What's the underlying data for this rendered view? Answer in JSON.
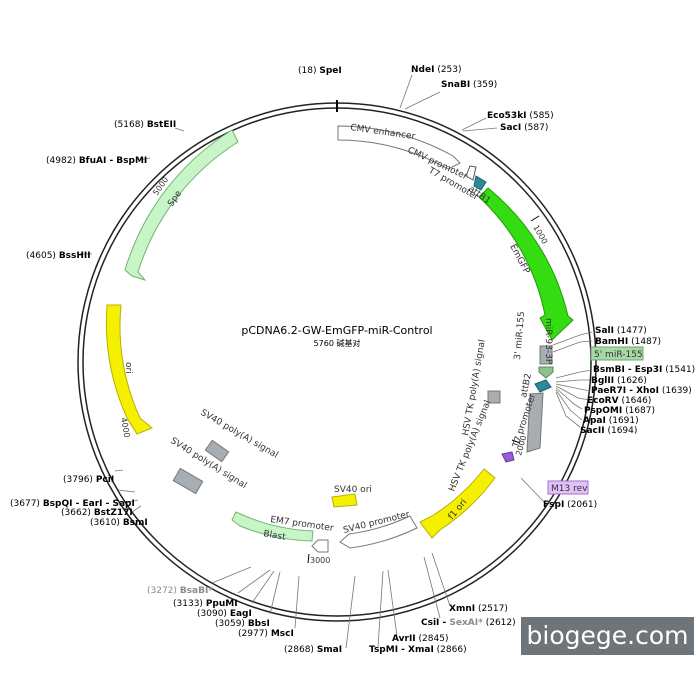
{
  "title": "pCDNA6.2-GW-EmGFP-miR-Control",
  "subtitle": "5760 碱基对",
  "watermark": "biogege.com",
  "colors": {
    "green_dark": "#33dd11",
    "green_light": "#c8f5c8",
    "yellow": "#f5f000",
    "gray": "#a8adb2",
    "teal": "#2a8a99",
    "violet": "#d9b3f5",
    "white_feat": "#ffffff"
  },
  "ticks": [
    "1000",
    "2000",
    "3000",
    "4000",
    "5000"
  ],
  "sites": [
    {
      "pos": "(18)",
      "name": "SpeI"
    },
    {
      "pos": "",
      "name": "NdeI",
      "pos2": "(253)"
    },
    {
      "pos": "",
      "name": "SnaBI",
      "pos2": "(359)"
    },
    {
      "pos": "",
      "name": "Eco53kI",
      "pos2": "(585)"
    },
    {
      "pos": "",
      "name": "SacI",
      "pos2": "(587)"
    },
    {
      "pos": "",
      "name": "SalI",
      "pos2": "(1477)"
    },
    {
      "pos": "",
      "name": "BamHI",
      "pos2": "(1487)"
    },
    {
      "pos": "",
      "name": "BsmBI - Esp3I",
      "pos2": "(1541)"
    },
    {
      "pos": "",
      "name": "BglII",
      "pos2": "(1626)"
    },
    {
      "pos": "",
      "name": "PaeR7I - XhoI",
      "pos2": "(1639)"
    },
    {
      "pos": "",
      "name": "EcoRV",
      "pos2": "(1646)"
    },
    {
      "pos": "",
      "name": "PspOMI",
      "pos2": "(1687)"
    },
    {
      "pos": "",
      "name": "ApaI",
      "pos2": "(1691)"
    },
    {
      "pos": "",
      "name": "SacII",
      "pos2": "(1694)"
    },
    {
      "pos": "",
      "name": "FspI",
      "pos2": "(2061)"
    },
    {
      "pos": "",
      "name": "XmnI",
      "pos2": "(2517)"
    },
    {
      "pos": "",
      "name": "CsiI - ",
      "name2": "SexAI*",
      "pos2": "(2612)"
    },
    {
      "pos": "",
      "name": "AvrII",
      "pos2": "(2845)"
    },
    {
      "pos": "",
      "name": "TspMI - XmaI",
      "pos2": "(2866)"
    },
    {
      "pos": "(2868)",
      "name": "SmaI"
    },
    {
      "pos": "(2977)",
      "name": "MscI"
    },
    {
      "pos": "(3059)",
      "name": "BbsI"
    },
    {
      "pos": "(3090)",
      "name": "EagI"
    },
    {
      "pos": "(3133)",
      "name": "PpuMI"
    },
    {
      "pos": "(3272)",
      "name": "BsaBI*"
    },
    {
      "pos": "(3610)",
      "name": "BsmI"
    },
    {
      "pos": "(3662)",
      "name": "BstZ17I"
    },
    {
      "pos": "(3677)",
      "name": "BspQI - EarI - SapI"
    },
    {
      "pos": "(3796)",
      "name": "PciI"
    },
    {
      "pos": "(4605)",
      "name": "BssHII"
    },
    {
      "pos": "(4982)",
      "name": "BfuAI - BspMI"
    },
    {
      "pos": "(5168)",
      "name": "BstEII"
    }
  ],
  "features": {
    "cmv_enhancer": "CMV enhancer",
    "cmv_promoter": "CMV promoter",
    "t7_promoter": "T7 promoter",
    "attb1": "attB1",
    "emgfp": "EmGFP",
    "mir93": "miR-93-3P",
    "five_mir155": "5' miR-155",
    "three_mir155": "3' miR-155",
    "attb2": "attB2",
    "t7_promoter2": "T7 promoter",
    "m13rev": "M13 rev",
    "hsv_tk_1": "HSV TK poly(A) signal",
    "hsv_tk_2": "HSV TK poly(A) signal",
    "f1ori": "f1 ori",
    "sv40ori": "SV40 ori",
    "sv40prom": "SV40 promoter",
    "em7": "EM7 promoter",
    "blast": "Blast",
    "sv40polya_1": "SV40 poly(A) signal",
    "sv40polya_2": "SV40 poly(A) signal",
    "ori": "ori",
    "spe": "Spe"
  }
}
